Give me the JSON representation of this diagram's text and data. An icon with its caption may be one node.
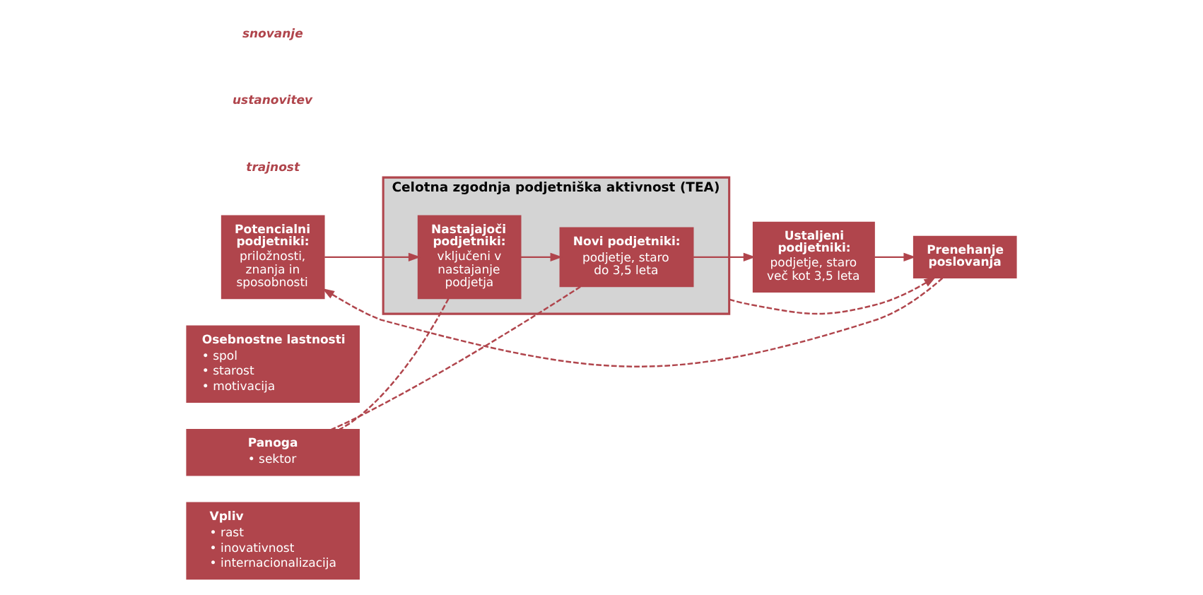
{
  "diagram": {
    "nodes": [
      {
        "text": [
          "Potencialni podjetniki:",
          "priložnosti, znanja in sposobnosti"
        ]
      },
      {
        "text": [
          "Celotna zgodnja podjetniška aktivnost (TEA)"
        ]
      },
      {
        "text": [
          "Nastajajoči podjetniki:",
          "vključeni v nastajanje podjetja"
        ],
        "in": 1
      },
      {
        "text": [
          "Novi podjetniki:",
          "podjetje, staro do 3,5 leta"
        ],
        "in": 1
      },
      {
        "text": [
          "Ustaljeni podjetniki:",
          "podjetje, staro več kot 3,5 leta"
        ]
      },
      {
        "text": [
          "Prenehanje poslovanja"
        ]
      },
      {
        "text": [
          "Osebnostne lastnosti",
          "• spol",
          "• starost",
          "• motivacija"
        ]
      },
      {
        "text": [
          "Panoga",
          "• sektor"
        ]
      },
      {
        "text": [
          "Vpliv",
          "• rast",
          "• inovativnost",
          "• internacionalizacija"
        ]
      }
    ],
    "edges": [
      {
        "from": 0,
        "to": 2,
        "arrow": "to"
      },
      {
        "from": 2,
        "to": 3,
        "arrow": "to"
      },
      {
        "from": 3,
        "to": 4,
        "arrow": "to"
      },
      {
        "from": 4,
        "to": 5,
        "arrow": "to"
      },
      {
        "from": 1,
        "to": 5,
        "arrow": "to",
        "style": "dashed"
      },
      {
        "from": 5,
        "to": 0,
        "arrow": "to",
        "style": "dashed"
      },
      {
        "from": 2,
        "to": 7,
        "arrow": "none",
        "style": "dashed"
      },
      {
        "from": 3,
        "to": 7,
        "arrow": "none",
        "style": "dashed"
      }
    ],
    "labels": [
      "snovanje",
      "ustanovitev",
      "trajnost"
    ]
  }
}
